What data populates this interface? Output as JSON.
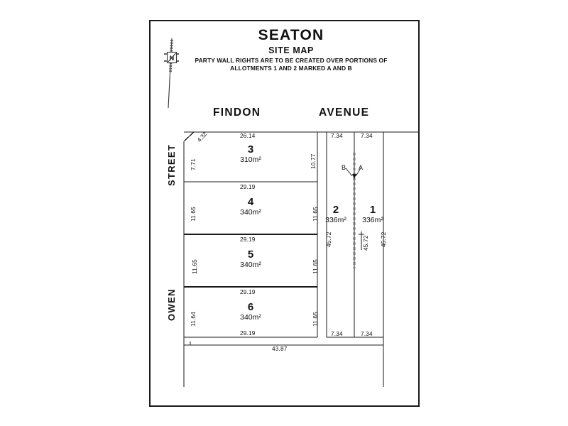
{
  "document": {
    "title": "SEATON",
    "subtitle": "SITE MAP",
    "note_line1": "PARTY WALL RIGHTS ARE TO BE CREATED OVER PORTIONS OF",
    "note_line2": "ALLOTMENTS 1 AND 2 MARKED A AND B"
  },
  "north_arrow": {
    "label": "N"
  },
  "streets": {
    "top_left": "FINDON",
    "top_right": "AVENUE",
    "left_upper": "STREET",
    "left_lower": "OWEN"
  },
  "lots": [
    {
      "number": "3",
      "area": "310m²"
    },
    {
      "number": "4",
      "area": "340m²"
    },
    {
      "number": "5",
      "area": "340m²"
    },
    {
      "number": "6",
      "area": "340m²"
    },
    {
      "number": "2",
      "area": "336m²"
    },
    {
      "number": "1",
      "area": "336m²"
    }
  ],
  "party_wall": {
    "mark_b": "B",
    "mark_a": "A"
  },
  "dimensions": {
    "lot3_top": "26.14",
    "lot3_splay": "4.32",
    "lot3_left": "7.71",
    "lot3_right": "10.77",
    "lot3_bottom": "29.19",
    "lot4_left": "11.65",
    "lot4_right": "11.65",
    "lot4_bottom": "29.19",
    "lot5_left": "11.65",
    "lot5_right": "11.65",
    "lot5_bottom": "29.19",
    "lot6_left": "11.64",
    "lot6_right": "11.65",
    "lot6_bottom": "29.19",
    "overall_bottom": "43.87",
    "lot2_top": "7.34",
    "lot1_top": "7.34",
    "lot2_bottom": "7.34",
    "lot1_bottom": "7.34",
    "lot2_left_depth": "45.72",
    "lot2_right_depth": "45.72",
    "lot1_right_depth": "45.72"
  },
  "colors": {
    "ink": "#1a1a1a",
    "paper": "#ffffff"
  }
}
